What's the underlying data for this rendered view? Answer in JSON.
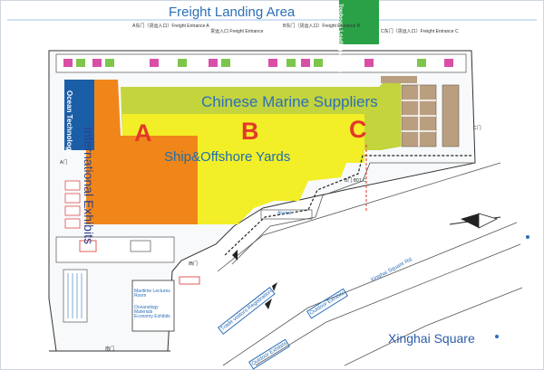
{
  "top_area": "Freight Landing Area",
  "green_block_text": "Towboats Loading/Vessels",
  "entrances": {
    "a": "A东门（货运入口）Freight Entrance A",
    "b_mid": "货运入口 Freight Entrance",
    "b": "B东门（货运入口）Freight Entrance B",
    "c": "C东门（货运入口）Freight Entrance C"
  },
  "zones": {
    "ocean": "Ocean Technology",
    "international": "International Exhibits",
    "chinese_marine": "Chinese Marine Suppliers",
    "ship_offshore": "Ship&Offshore Yards"
  },
  "halls": [
    "A",
    "B",
    "C"
  ],
  "small_labels": {
    "alumni": "Alumni",
    "maritime": "Maritime Lectures Room",
    "oceanology": "Oceanology Materials Economy Exhibits",
    "trade_reg": "Trade visitors Registration",
    "outdoor1": "Outdoor Exhibits",
    "outdoor2": "Outdoor Exhibits",
    "road": "Xinghai Square Rd.",
    "gate_west": "西门",
    "gate_south": "南门",
    "gate_c": "C门",
    "gate_b": "B门 B01 C",
    "gate_code": "C门",
    "gate_left": "A门"
  },
  "square": "Xinghai Square",
  "colors": {
    "orange": "#f0861a",
    "yellow": "#f2ee27",
    "lime": "#c3d43d",
    "blue": "#1b5ea8",
    "green": "#2aa147",
    "hall_letter": "#e3382b",
    "text_blue": "#2c6fb7"
  }
}
